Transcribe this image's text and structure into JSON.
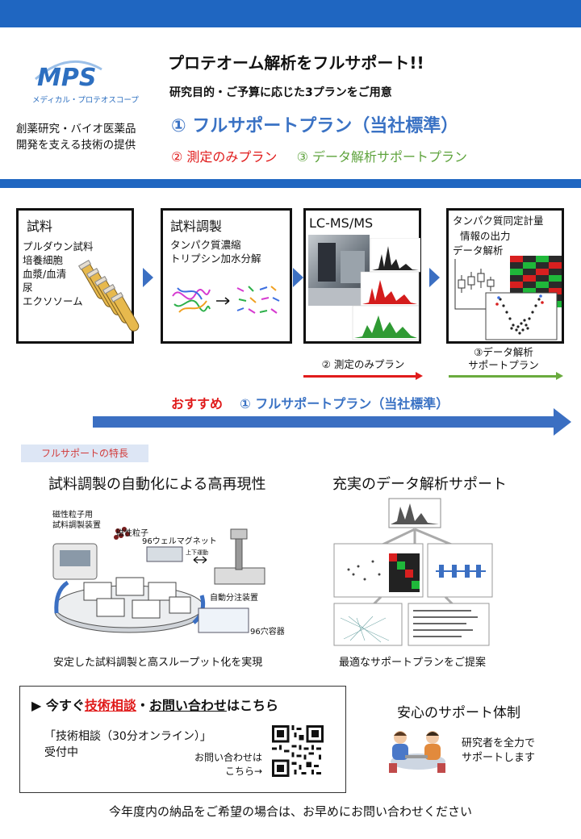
{
  "header": {
    "logo_text": "MPS",
    "logo_subtitle": "メディカル・プロテオスコープ",
    "tagline_line1": "創薬研究・バイオ医薬品",
    "tagline_line2": "開発を支える技術の提供",
    "headline": "プロテオーム解析をフルサポート!!",
    "subheadline": "研究目的・ご予算に応じた3プランをご用意",
    "plan1": "① フルサポートプラン（当社標準）",
    "plan2": "② 測定のみプラン",
    "plan3": "③ データ解析サポートプラン"
  },
  "workflow": {
    "steps": [
      {
        "title": "試料",
        "items": [
          "プルダウン試料",
          "培養細胞",
          "血漿/血清",
          "尿",
          "エクソソーム"
        ]
      },
      {
        "title": "試料調製",
        "items": [
          "タンパク質濃縮",
          "トリプシン加水分解"
        ]
      },
      {
        "title": "LC-MS/MS",
        "items": []
      },
      {
        "title": "タンパク質同定計量",
        "items": [
          "情報の出力",
          "データ解析"
        ]
      }
    ],
    "plan2_label": "② 測定のみプラン",
    "plan3_label_line1": "③データ解析",
    "plan3_label_line2": "サポートプラン",
    "recommend_prefix": "おすすめ",
    "recommend_plan": "① フルサポートプラン（当社標準）"
  },
  "features": {
    "tag": "フルサポートの特長",
    "left": {
      "heading": "試料調製の自動化による高再現性",
      "label_device": "磁性粒子用",
      "label_device2": "試料調製装置",
      "label_particles": "磁性粒子",
      "label_magnet": "96ウェルマグネット",
      "label_updown": "上下運動",
      "label_dispenser": "自動分注装置",
      "label_plate": "96穴容器",
      "caption": "安定した試料調製と高スループット化を実現"
    },
    "right": {
      "heading": "充実のデータ解析サポート",
      "caption": "最適なサポートプランをご提案"
    }
  },
  "contact": {
    "prefix": "▶ 今すぐ",
    "link1": "技術相談",
    "dot": "・",
    "link2": "お問い合わせ",
    "suffix": "はこちら",
    "consult_line1": "「技術相談（30分オンライン）」",
    "consult_line2": "受付中",
    "inquiry_line1": "お問い合わせは",
    "inquiry_line2": "こちら→"
  },
  "support": {
    "heading": "安心のサポート体制",
    "line1": "研究者を全力で",
    "line2": "サポートします"
  },
  "footer": "今年度内の納品をご希望の場合は、お早めにお問い合わせください",
  "colors": {
    "brand_blue": "#1f66c1",
    "plan1_blue": "#3a72c4",
    "plan2_red": "#e01b1b",
    "plan3_green": "#5ea33c"
  }
}
